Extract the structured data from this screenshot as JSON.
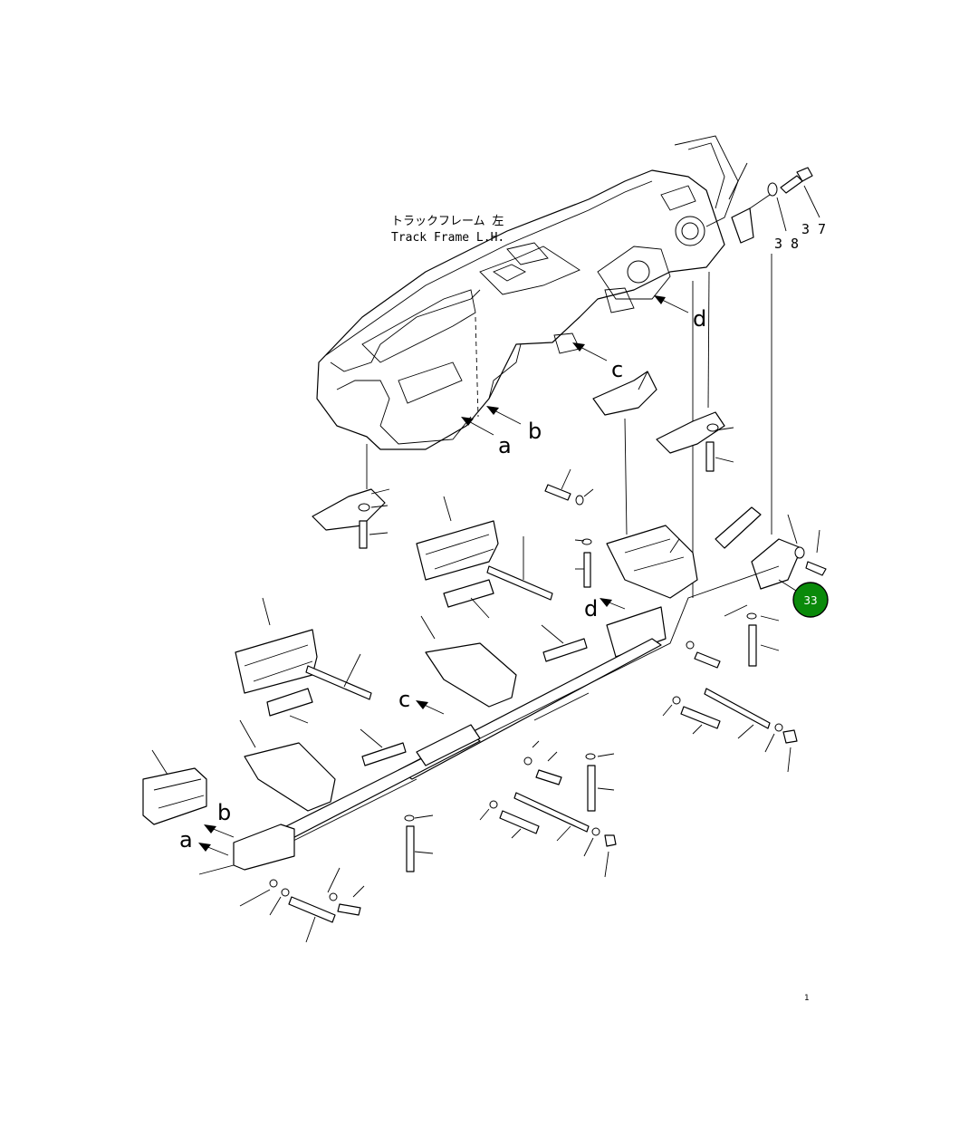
{
  "title": {
    "jp": "トラックフレーム 左",
    "en": "Track Frame L.H."
  },
  "part_numbers": {
    "p37": "3 7",
    "p38": "3 8"
  },
  "view_letters": {
    "a": "a",
    "b": "b",
    "c": "c",
    "d": "d"
  },
  "callout": {
    "label": "33",
    "color": "#0a8a0a",
    "ring": "#000000"
  },
  "page_number": "1"
}
